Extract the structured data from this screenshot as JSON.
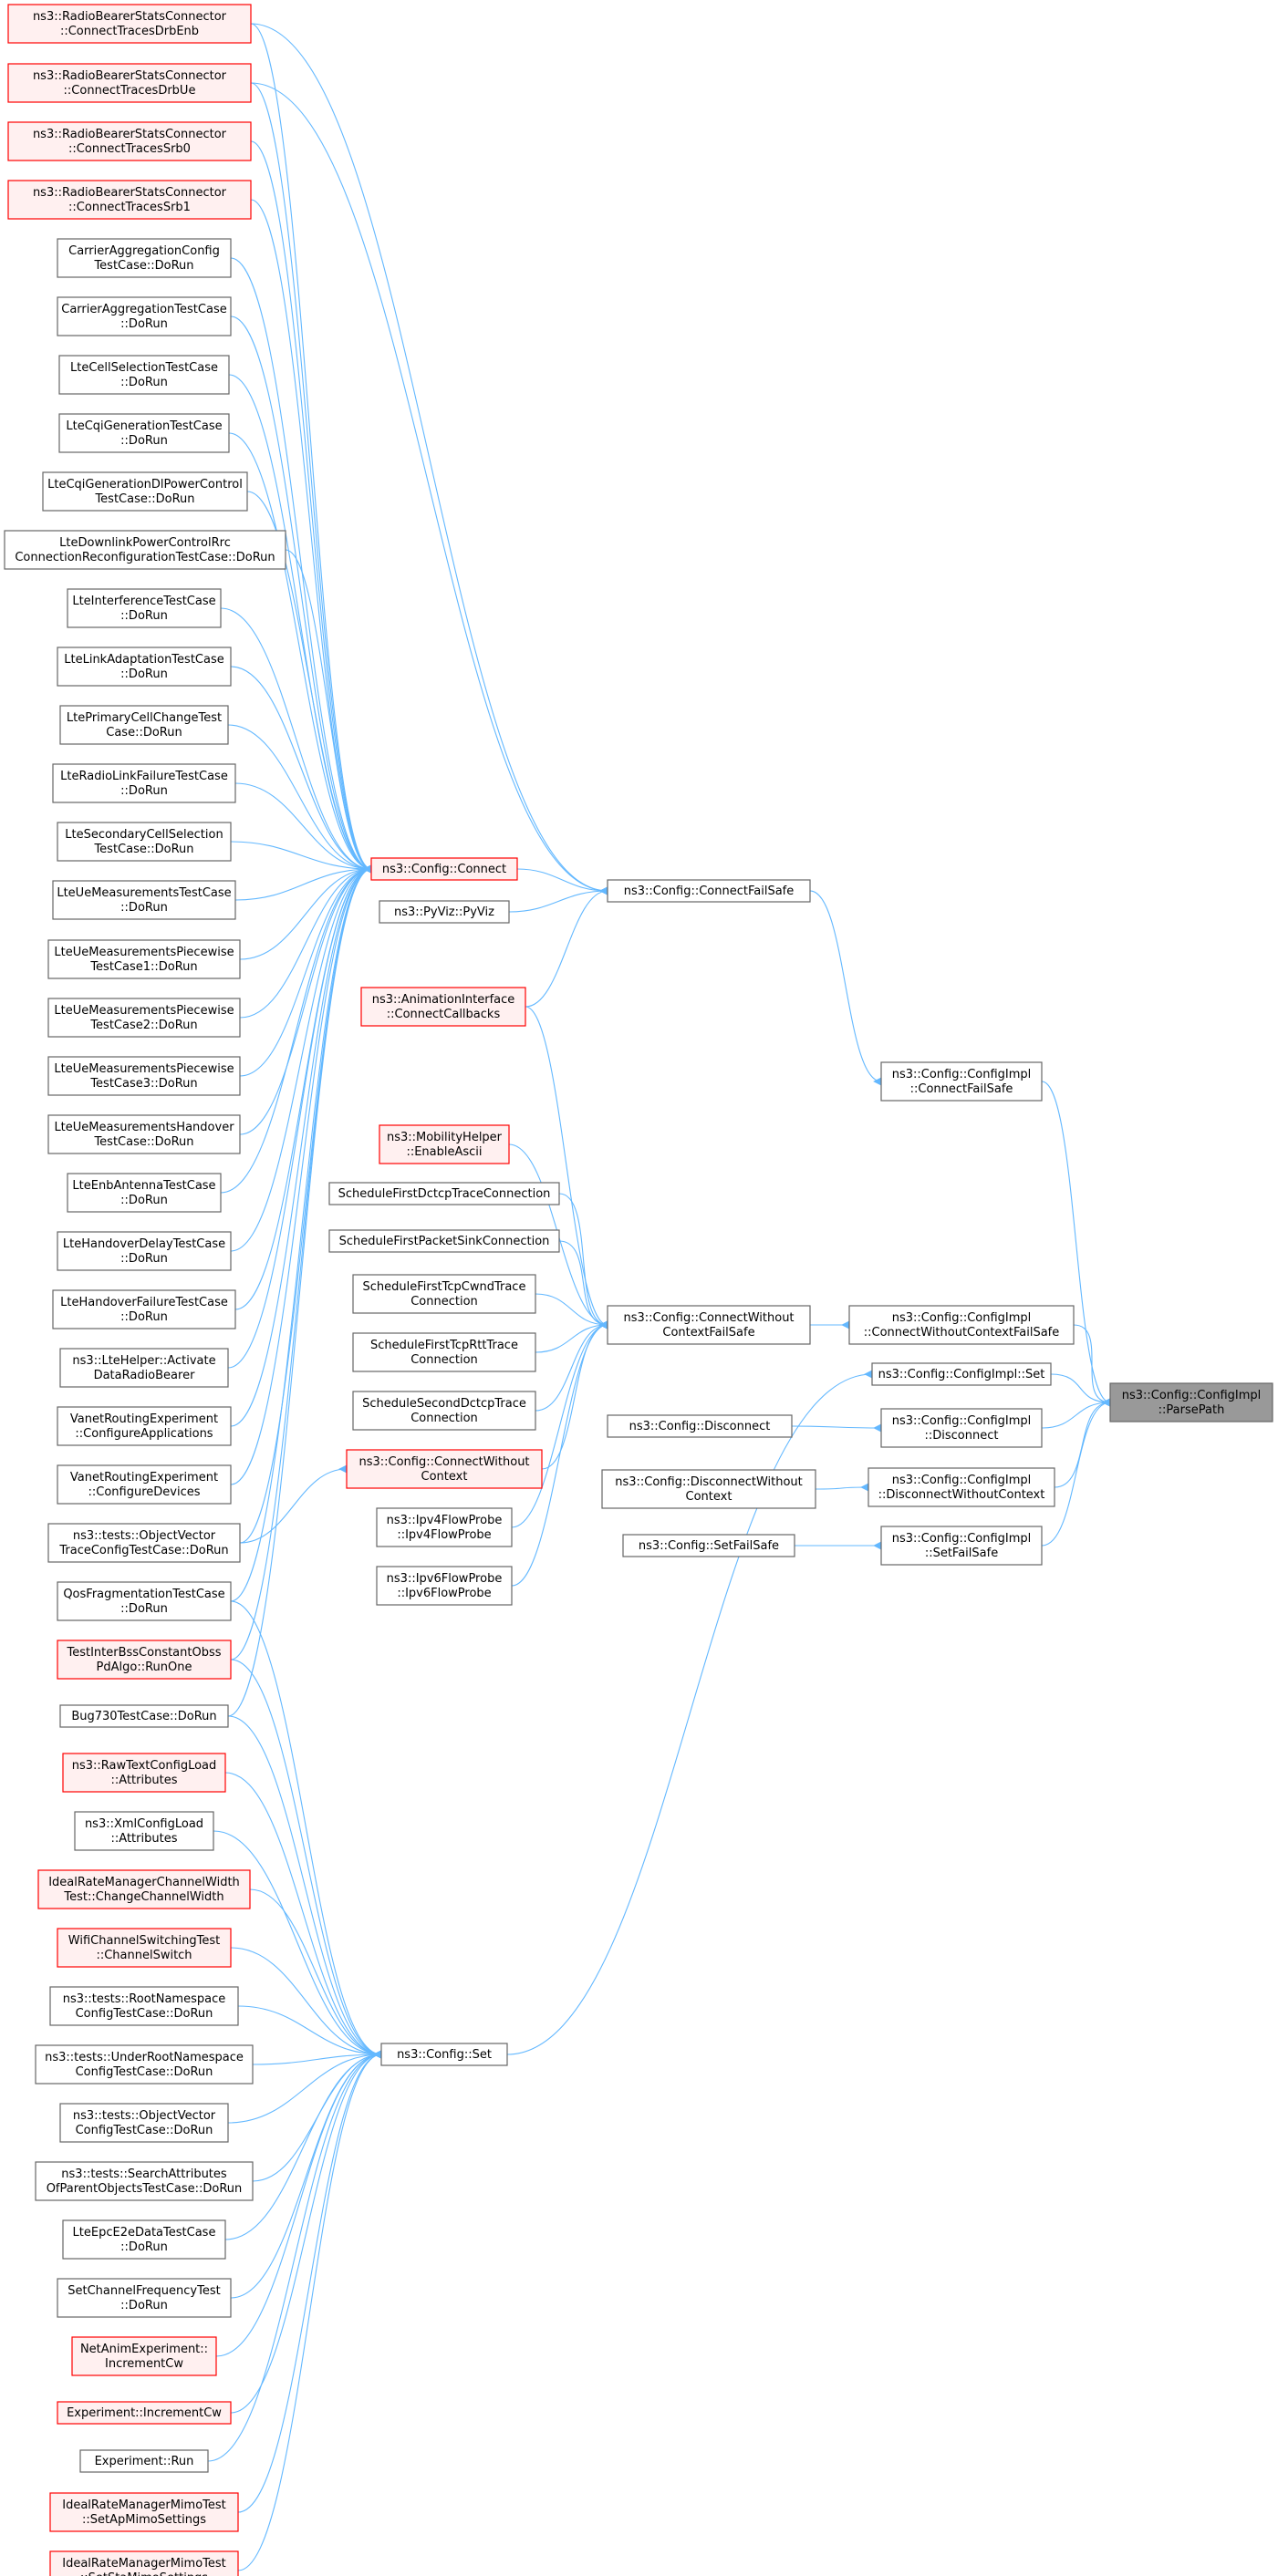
{
  "colors": {
    "edge": "#63b8ff",
    "normal_border": "#666666",
    "normal_fill": "#ffffff",
    "truncated_border": "#ff0000",
    "truncated_fill": "#fff0f0",
    "focus_border": "#666666",
    "focus_fill": "#999999"
  },
  "nodes": [
    {
      "id": "rbsc_drbenb",
      "lines": [
        "ns3::RadioBearerStatsConnector",
        "::ConnectTracesDrbEnb"
      ],
      "style": "truncated"
    },
    {
      "id": "rbsc_drbue",
      "lines": [
        "ns3::RadioBearerStatsConnector",
        "::ConnectTracesDrbUe"
      ],
      "style": "truncated"
    },
    {
      "id": "rbsc_srb0",
      "lines": [
        "ns3::RadioBearerStatsConnector",
        "::ConnectTracesSrb0"
      ],
      "style": "truncated"
    },
    {
      "id": "rbsc_srb1",
      "lines": [
        "ns3::RadioBearerStatsConnector",
        "::ConnectTracesSrb1"
      ],
      "style": "truncated"
    },
    {
      "id": "ca_config",
      "lines": [
        "CarrierAggregationConfig",
        "TestCase::DoRun"
      ],
      "style": "normal"
    },
    {
      "id": "ca_test",
      "lines": [
        "CarrierAggregationTestCase",
        "::DoRun"
      ],
      "style": "normal"
    },
    {
      "id": "lte_cellsel",
      "lines": [
        "LteCellSelectionTestCase",
        "::DoRun"
      ],
      "style": "normal"
    },
    {
      "id": "lte_cqigen",
      "lines": [
        "LteCqiGenerationTestCase",
        "::DoRun"
      ],
      "style": "normal"
    },
    {
      "id": "lte_cqigendl",
      "lines": [
        "LteCqiGenerationDlPowerControl",
        "TestCase::DoRun"
      ],
      "style": "normal"
    },
    {
      "id": "lte_dlpower",
      "lines": [
        "LteDownlinkPowerControlRrc",
        "ConnectionReconfigurationTestCase::DoRun"
      ],
      "style": "normal"
    },
    {
      "id": "lte_interf",
      "lines": [
        "LteInterferenceTestCase",
        "::DoRun"
      ],
      "style": "normal"
    },
    {
      "id": "lte_linkadapt",
      "lines": [
        "LteLinkAdaptationTestCase",
        "::DoRun"
      ],
      "style": "normal"
    },
    {
      "id": "lte_primcell",
      "lines": [
        "LtePrimaryCellChangeTest",
        "Case::DoRun"
      ],
      "style": "normal"
    },
    {
      "id": "lte_rlf",
      "lines": [
        "LteRadioLinkFailureTestCase",
        "::DoRun"
      ],
      "style": "normal"
    },
    {
      "id": "lte_seccell",
      "lines": [
        "LteSecondaryCellSelection",
        "TestCase::DoRun"
      ],
      "style": "normal"
    },
    {
      "id": "lte_uemeas",
      "lines": [
        "LteUeMeasurementsTestCase",
        "::DoRun"
      ],
      "style": "normal"
    },
    {
      "id": "lte_uemeas_pw1",
      "lines": [
        "LteUeMeasurementsPiecewise",
        "TestCase1::DoRun"
      ],
      "style": "normal"
    },
    {
      "id": "lte_uemeas_pw2",
      "lines": [
        "LteUeMeasurementsPiecewise",
        "TestCase2::DoRun"
      ],
      "style": "normal"
    },
    {
      "id": "lte_uemeas_pw3",
      "lines": [
        "LteUeMeasurementsPiecewise",
        "TestCase3::DoRun"
      ],
      "style": "normal"
    },
    {
      "id": "lte_uemeas_ho",
      "lines": [
        "LteUeMeasurementsHandover",
        "TestCase::DoRun"
      ],
      "style": "normal"
    },
    {
      "id": "lte_enbant",
      "lines": [
        "LteEnbAntennaTestCase",
        "::DoRun"
      ],
      "style": "normal"
    },
    {
      "id": "lte_hodelay",
      "lines": [
        "LteHandoverDelayTestCase",
        "::DoRun"
      ],
      "style": "normal"
    },
    {
      "id": "lte_hofail",
      "lines": [
        "LteHandoverFailureTestCase",
        "::DoRun"
      ],
      "style": "normal"
    },
    {
      "id": "ltehelper_adrb",
      "lines": [
        "ns3::LteHelper::Activate",
        "DataRadioBearer"
      ],
      "style": "normal"
    },
    {
      "id": "vanet_apps",
      "lines": [
        "VanetRoutingExperiment",
        "::ConfigureApplications"
      ],
      "style": "normal"
    },
    {
      "id": "vanet_devs",
      "lines": [
        "VanetRoutingExperiment",
        "::ConfigureDevices"
      ],
      "style": "normal"
    },
    {
      "id": "objvec_trace",
      "lines": [
        "ns3::tests::ObjectVector",
        "TraceConfigTestCase::DoRun"
      ],
      "style": "normal"
    },
    {
      "id": "qosfrag",
      "lines": [
        "QosFragmentationTestCase",
        "::DoRun"
      ],
      "style": "normal"
    },
    {
      "id": "interbss",
      "lines": [
        "TestInterBssConstantObss",
        "PdAlgo::RunOne"
      ],
      "style": "truncated"
    },
    {
      "id": "bug730",
      "lines": [
        "Bug730TestCase::DoRun"
      ],
      "style": "normal"
    },
    {
      "id": "rawtext",
      "lines": [
        "ns3::RawTextConfigLoad",
        "::Attributes"
      ],
      "style": "truncated"
    },
    {
      "id": "xmlcfg",
      "lines": [
        "ns3::XmlConfigLoad",
        "::Attributes"
      ],
      "style": "normal"
    },
    {
      "id": "idealrate_cw",
      "lines": [
        "IdealRateManagerChannelWidth",
        "Test::ChangeChannelWidth"
      ],
      "style": "truncated"
    },
    {
      "id": "wifich",
      "lines": [
        "WifiChannelSwitchingTest",
        "::ChannelSwitch"
      ],
      "style": "truncated"
    },
    {
      "id": "rootns",
      "lines": [
        "ns3::tests::RootNamespace",
        "ConfigTestCase::DoRun"
      ],
      "style": "normal"
    },
    {
      "id": "underroot",
      "lines": [
        "ns3::tests::UnderRootNamespace",
        "ConfigTestCase::DoRun"
      ],
      "style": "normal"
    },
    {
      "id": "objvec_cfg",
      "lines": [
        "ns3::tests::ObjectVector",
        "ConfigTestCase::DoRun"
      ],
      "style": "normal"
    },
    {
      "id": "searchattr",
      "lines": [
        "ns3::tests::SearchAttributes",
        "OfParentObjectsTestCase::DoRun"
      ],
      "style": "normal"
    },
    {
      "id": "epce2e",
      "lines": [
        "LteEpcE2eDataTestCase",
        "::DoRun"
      ],
      "style": "normal"
    },
    {
      "id": "setchfreq",
      "lines": [
        "SetChannelFrequencyTest",
        "::DoRun"
      ],
      "style": "normal"
    },
    {
      "id": "netanim",
      "lines": [
        "NetAnimExperiment::",
        "IncrementCw"
      ],
      "style": "truncated"
    },
    {
      "id": "exp_inc",
      "lines": [
        "Experiment::IncrementCw"
      ],
      "style": "truncated"
    },
    {
      "id": "exp_run",
      "lines": [
        "Experiment::Run"
      ],
      "style": "normal"
    },
    {
      "id": "idealmimo_ap",
      "lines": [
        "IdealRateManagerMimoTest",
        "::SetApMimoSettings"
      ],
      "style": "truncated"
    },
    {
      "id": "idealmimo_sta",
      "lines": [
        "IdealRateManagerMimoTest",
        "::SetStaMimoSettings"
      ],
      "style": "truncated"
    },
    {
      "id": "cfg_connect",
      "lines": [
        "ns3::Config::Connect"
      ],
      "style": "truncated"
    },
    {
      "id": "pyviz",
      "lines": [
        "ns3::PyViz::PyViz"
      ],
      "style": "normal"
    },
    {
      "id": "anim_cb",
      "lines": [
        "ns3::AnimationInterface",
        "::ConnectCallbacks"
      ],
      "style": "truncated"
    },
    {
      "id": "mobhelper",
      "lines": [
        "ns3::MobilityHelper",
        "::EnableAscii"
      ],
      "style": "truncated"
    },
    {
      "id": "sched_dctcp",
      "lines": [
        "ScheduleFirstDctcpTraceConnection"
      ],
      "style": "normal"
    },
    {
      "id": "sched_sink",
      "lines": [
        "ScheduleFirstPacketSinkConnection"
      ],
      "style": "normal"
    },
    {
      "id": "sched_cwnd",
      "lines": [
        "ScheduleFirstTcpCwndTrace",
        "Connection"
      ],
      "style": "normal"
    },
    {
      "id": "sched_rtt",
      "lines": [
        "ScheduleFirstTcpRttTrace",
        "Connection"
      ],
      "style": "normal"
    },
    {
      "id": "sched_sec",
      "lines": [
        "ScheduleSecondDctcpTrace",
        "Connection"
      ],
      "style": "normal"
    },
    {
      "id": "cfg_cwoc",
      "lines": [
        "ns3::Config::ConnectWithout",
        "Context"
      ],
      "style": "truncated"
    },
    {
      "id": "ipv4fp",
      "lines": [
        "ns3::Ipv4FlowProbe",
        "::Ipv4FlowProbe"
      ],
      "style": "normal"
    },
    {
      "id": "ipv6fp",
      "lines": [
        "ns3::Ipv6FlowProbe",
        "::Ipv6FlowProbe"
      ],
      "style": "normal"
    },
    {
      "id": "cfg_set",
      "lines": [
        "ns3::Config::Set"
      ],
      "style": "normal"
    },
    {
      "id": "cfg_cfs",
      "lines": [
        "ns3::Config::ConnectFailSafe"
      ],
      "style": "normal"
    },
    {
      "id": "cfg_cwocfs",
      "lines": [
        "ns3::Config::ConnectWithout",
        "ContextFailSafe"
      ],
      "style": "normal"
    },
    {
      "id": "cfg_disconnect",
      "lines": [
        "ns3::Config::Disconnect"
      ],
      "style": "normal"
    },
    {
      "id": "cfg_dwoc",
      "lines": [
        "ns3::Config::DisconnectWithout",
        "Context"
      ],
      "style": "normal"
    },
    {
      "id": "cfg_setfs",
      "lines": [
        "ns3::Config::SetFailSafe"
      ],
      "style": "normal"
    },
    {
      "id": "impl_cfs",
      "lines": [
        "ns3::Config::ConfigImpl",
        "::ConnectFailSafe"
      ],
      "style": "normal"
    },
    {
      "id": "impl_cwocfs",
      "lines": [
        "ns3::Config::ConfigImpl",
        "::ConnectWithoutContextFailSafe"
      ],
      "style": "normal"
    },
    {
      "id": "impl_set",
      "lines": [
        "ns3::Config::ConfigImpl::Set"
      ],
      "style": "normal"
    },
    {
      "id": "impl_disc",
      "lines": [
        "ns3::Config::ConfigImpl",
        "::Disconnect"
      ],
      "style": "normal"
    },
    {
      "id": "impl_dwoc",
      "lines": [
        "ns3::Config::ConfigImpl",
        "::DisconnectWithoutContext"
      ],
      "style": "normal"
    },
    {
      "id": "impl_setfs",
      "lines": [
        "ns3::Config::ConfigImpl",
        "::SetFailSafe"
      ],
      "style": "normal"
    },
    {
      "id": "impl_parse",
      "lines": [
        "ns3::Config::ConfigImpl",
        "::ParsePath"
      ],
      "style": "focus"
    }
  ],
  "edges": [
    [
      "rbsc_drbenb",
      "cfg_connect"
    ],
    [
      "rbsc_drbenb",
      "cfg_cfs"
    ],
    [
      "rbsc_drbue",
      "cfg_connect"
    ],
    [
      "rbsc_drbue",
      "cfg_cfs"
    ],
    [
      "rbsc_srb0",
      "cfg_connect"
    ],
    [
      "rbsc_srb1",
      "cfg_connect"
    ],
    [
      "ca_config",
      "cfg_connect"
    ],
    [
      "ca_test",
      "cfg_connect"
    ],
    [
      "lte_cellsel",
      "cfg_connect"
    ],
    [
      "lte_cqigen",
      "cfg_connect"
    ],
    [
      "lte_cqigendl",
      "cfg_connect"
    ],
    [
      "lte_dlpower",
      "cfg_connect"
    ],
    [
      "lte_interf",
      "cfg_connect"
    ],
    [
      "lte_linkadapt",
      "cfg_connect"
    ],
    [
      "lte_primcell",
      "cfg_connect"
    ],
    [
      "lte_rlf",
      "cfg_connect"
    ],
    [
      "lte_seccell",
      "cfg_connect"
    ],
    [
      "lte_uemeas",
      "cfg_connect"
    ],
    [
      "lte_uemeas_pw1",
      "cfg_connect"
    ],
    [
      "lte_uemeas_pw2",
      "cfg_connect"
    ],
    [
      "lte_uemeas_pw3",
      "cfg_connect"
    ],
    [
      "lte_uemeas_ho",
      "cfg_connect"
    ],
    [
      "lte_enbant",
      "cfg_connect"
    ],
    [
      "lte_hodelay",
      "cfg_connect"
    ],
    [
      "lte_hofail",
      "cfg_connect"
    ],
    [
      "ltehelper_adrb",
      "cfg_connect"
    ],
    [
      "vanet_apps",
      "cfg_connect"
    ],
    [
      "vanet_devs",
      "cfg_connect"
    ],
    [
      "objvec_trace",
      "cfg_connect"
    ],
    [
      "objvec_trace",
      "cfg_cwoc"
    ],
    [
      "qosfrag",
      "cfg_connect"
    ],
    [
      "qosfrag",
      "cfg_set"
    ],
    [
      "interbss",
      "cfg_connect"
    ],
    [
      "interbss",
      "cfg_set"
    ],
    [
      "bug730",
      "cfg_connect"
    ],
    [
      "bug730",
      "cfg_set"
    ],
    [
      "rawtext",
      "cfg_set"
    ],
    [
      "xmlcfg",
      "cfg_set"
    ],
    [
      "idealrate_cw",
      "cfg_set"
    ],
    [
      "wifich",
      "cfg_set"
    ],
    [
      "rootns",
      "cfg_set"
    ],
    [
      "underroot",
      "cfg_set"
    ],
    [
      "objvec_cfg",
      "cfg_set"
    ],
    [
      "searchattr",
      "cfg_set"
    ],
    [
      "epce2e",
      "cfg_set"
    ],
    [
      "setchfreq",
      "cfg_set"
    ],
    [
      "netanim",
      "cfg_set"
    ],
    [
      "exp_inc",
      "cfg_set"
    ],
    [
      "exp_run",
      "cfg_set"
    ],
    [
      "idealmimo_ap",
      "cfg_set"
    ],
    [
      "idealmimo_sta",
      "cfg_set"
    ],
    [
      "cfg_connect",
      "cfg_cfs"
    ],
    [
      "pyviz",
      "cfg_cfs"
    ],
    [
      "anim_cb",
      "cfg_cfs"
    ],
    [
      "anim_cb",
      "cfg_cwocfs"
    ],
    [
      "mobhelper",
      "cfg_cwocfs"
    ],
    [
      "sched_dctcp",
      "cfg_cwocfs"
    ],
    [
      "sched_sink",
      "cfg_cwocfs"
    ],
    [
      "sched_cwnd",
      "cfg_cwocfs"
    ],
    [
      "sched_rtt",
      "cfg_cwocfs"
    ],
    [
      "sched_sec",
      "cfg_cwocfs"
    ],
    [
      "cfg_cwoc",
      "cfg_cwocfs"
    ],
    [
      "ipv4fp",
      "cfg_cwocfs"
    ],
    [
      "ipv6fp",
      "cfg_cwocfs"
    ],
    [
      "cfg_set",
      "impl_set"
    ],
    [
      "cfg_cfs",
      "impl_cfs"
    ],
    [
      "cfg_cwocfs",
      "impl_cwocfs"
    ],
    [
      "cfg_disconnect",
      "impl_disc"
    ],
    [
      "cfg_dwoc",
      "impl_dwoc"
    ],
    [
      "cfg_setfs",
      "impl_setfs"
    ],
    [
      "impl_cfs",
      "impl_parse"
    ],
    [
      "impl_cwocfs",
      "impl_parse"
    ],
    [
      "impl_set",
      "impl_parse"
    ],
    [
      "impl_disc",
      "impl_parse"
    ],
    [
      "impl_dwoc",
      "impl_parse"
    ],
    [
      "impl_setfs",
      "impl_parse"
    ]
  ]
}
